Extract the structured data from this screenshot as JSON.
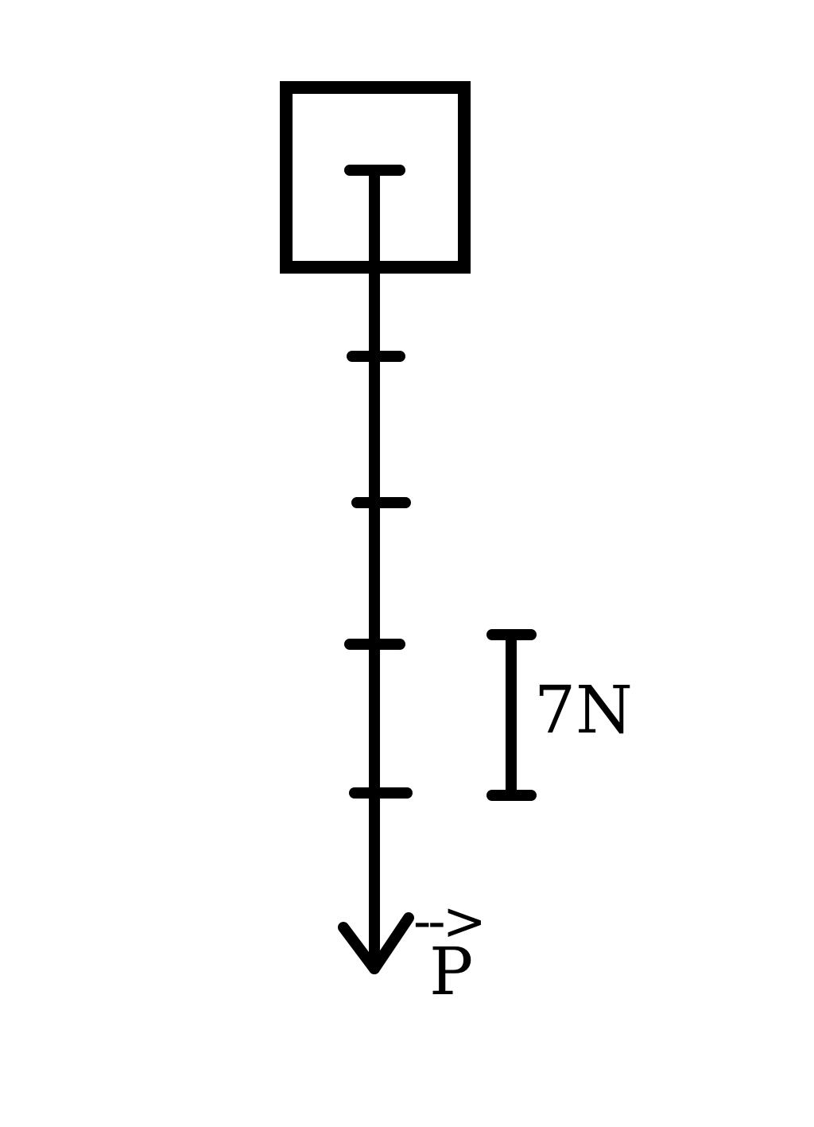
{
  "diagram": {
    "scale_label": "7N",
    "vector_label": "P",
    "vector_arrow_marker": "-->",
    "tick_count": 5,
    "colors": {
      "ink": "#000000",
      "background": "#ffffff"
    }
  }
}
